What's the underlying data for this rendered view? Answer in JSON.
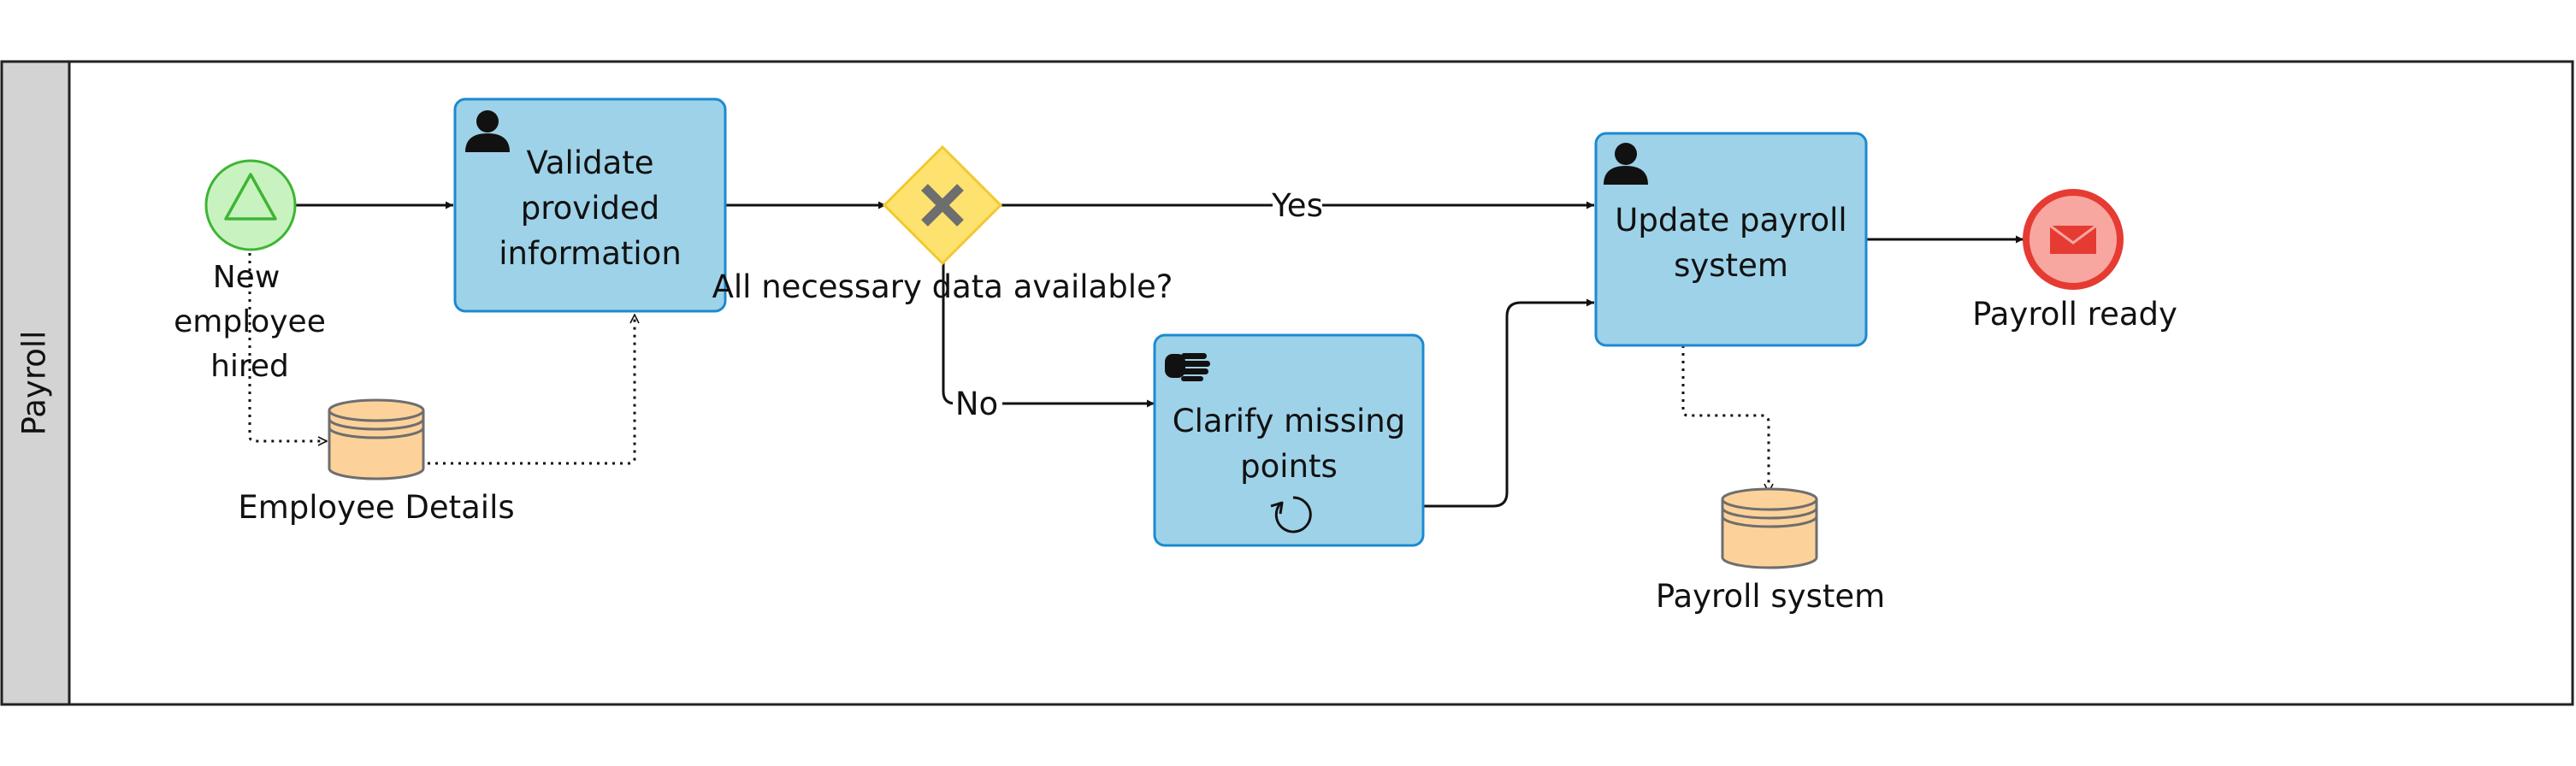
{
  "pool": {
    "label": "Payroll"
  },
  "start_event": {
    "label_lines": [
      "New",
      "employee",
      "hired"
    ],
    "trigger": "signal"
  },
  "task_validate": {
    "label_lines": [
      "Validate",
      "provided",
      "information"
    ],
    "icon": "user-icon"
  },
  "gateway": {
    "label": "All necessary data available?",
    "type": "exclusive"
  },
  "task_update": {
    "label_lines": [
      "Update payroll",
      "system"
    ],
    "icon": "user-icon"
  },
  "task_clarify": {
    "label_lines": [
      "Clarify missing",
      "points"
    ],
    "icon": "hand-icon",
    "marker": "loop-icon"
  },
  "end_event": {
    "label": "Payroll ready",
    "result": "message"
  },
  "store_employee": {
    "label": "Employee Details"
  },
  "store_payroll": {
    "label": "Payroll system"
  },
  "flows": {
    "yes_label": "Yes",
    "no_label": "No"
  },
  "colors": {
    "task_fill": "#9ed2e8",
    "task_stroke": "#1c8ad0",
    "gateway_fill": "#fde26f",
    "start_fill": "#c8f3c0",
    "start_stroke": "#3eb534",
    "end_fill": "#f8a6a0",
    "end_stroke": "#e53b33",
    "store_fill": "#fdd29a",
    "lane_header": "#d3d3d3"
  }
}
